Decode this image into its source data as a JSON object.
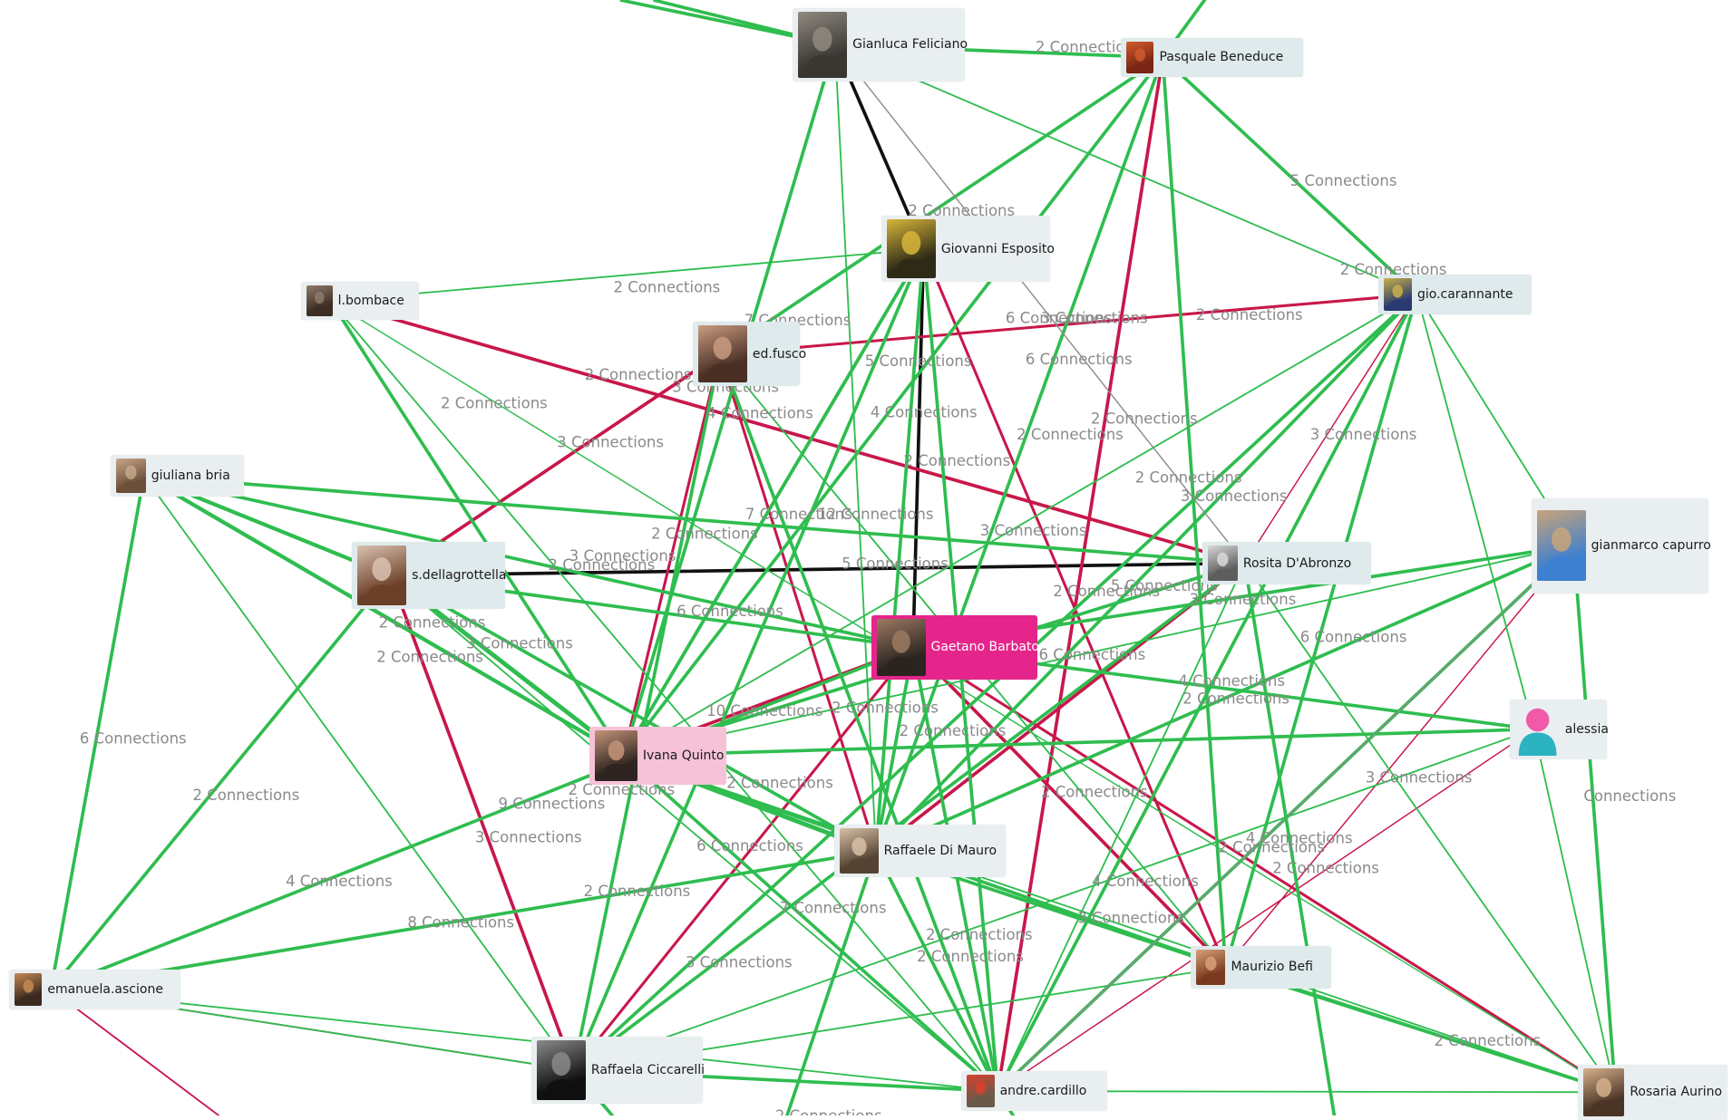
{
  "colors": {
    "edge_green": "#2fbd4f",
    "edge_red": "#c8174a",
    "edge_black": "#111111",
    "edge_gray": "#8e8e8e",
    "node_bg": "#e9eef0",
    "node_highlight": "#e5258b",
    "node_selected": "#f6c2d8"
  },
  "nodes": [
    {
      "id": "gianluca",
      "label": "Gianluca Feliciano",
      "avatar": "avatar-photo-icon"
    },
    {
      "id": "pasquale",
      "label": "Pasquale Beneduce",
      "avatar": "avatar-photo-icon"
    },
    {
      "id": "giovanni",
      "label": "Giovanni Esposito",
      "avatar": "avatar-photo-icon"
    },
    {
      "id": "lbombace",
      "label": "l.bombace",
      "avatar": "avatar-photo-icon"
    },
    {
      "id": "gio",
      "label": "gio.carannante",
      "avatar": "avatar-photo-icon"
    },
    {
      "id": "edfusco",
      "label": "ed.fusco",
      "avatar": "avatar-photo-icon"
    },
    {
      "id": "giuliana",
      "label": "giuliana bria",
      "avatar": "avatar-photo-icon"
    },
    {
      "id": "sdella",
      "label": "s.dellagrottella",
      "avatar": "avatar-photo-icon"
    },
    {
      "id": "rosita",
      "label": "Rosita D'Abronzo",
      "avatar": "avatar-photo-icon"
    },
    {
      "id": "gianmarco",
      "label": "gianmarco capurro",
      "avatar": "avatar-photo-icon"
    },
    {
      "id": "gaetano",
      "label": "Gaetano Barbato",
      "avatar": "avatar-photo-icon"
    },
    {
      "id": "alessia",
      "label": "alessia",
      "avatar": "default-user-icon"
    },
    {
      "id": "ivana",
      "label": "Ivana Quinto",
      "avatar": "avatar-photo-icon"
    },
    {
      "id": "raffaele",
      "label": "Raffaele Di Mauro",
      "avatar": "avatar-photo-icon"
    },
    {
      "id": "maurizio",
      "label": "Maurizio Befi",
      "avatar": "avatar-photo-icon"
    },
    {
      "id": "emanuela",
      "label": "emanuela.ascione",
      "avatar": "avatar-photo-icon"
    },
    {
      "id": "raffaela",
      "label": "Raffaela Ciccarelli",
      "avatar": "avatar-photo-icon"
    },
    {
      "id": "andre",
      "label": "andre.cardillo",
      "avatar": "avatar-photo-icon"
    },
    {
      "id": "rosaria",
      "label": "Rosaria Aurino",
      "avatar": "avatar-photo-icon"
    }
  ],
  "edge_labels": [
    "2 Connections",
    "5 Connections",
    "2 Connections",
    "2 Connections",
    "2 Connections",
    "7 Connections",
    "6 Connections",
    "3 Connections",
    "2 Connections",
    "5 Connections",
    "6 Connections",
    "2 Connections",
    "2 Connections",
    "3 Connections",
    "4 Connections",
    "4 Connections",
    "2 Connections",
    "3 Connections",
    "2 Connections",
    "2 Connections",
    "2 Connections",
    "3 Connections",
    "7 Connections",
    "12 Connections",
    "2 Connections",
    "3 Connections",
    "3 Connections",
    "3 Connections",
    "2 Connections",
    "2 Connections",
    "5 Connections",
    "3 Connections",
    "2 Connections",
    "5 Connections",
    "6 Connections",
    "3 Connections",
    "6 Connections",
    "6 Connections",
    "2 Connections",
    "4 Connections",
    "2 Connections",
    "10 Connections",
    "2 Connections",
    "2 Connections",
    "3 Connections",
    "2 Connections",
    "9 Connections",
    "2 Connections",
    "Connections",
    "6 Connections",
    "2 Connections",
    "6 Connections",
    "2 Connections",
    "3 Connections",
    "4 Connections",
    "2 Connections",
    "2 Connections",
    "4 Connections",
    "4 Connections",
    "3 Connections",
    "2 Connections",
    "7 Connections",
    "8 Connections",
    "2 Connections",
    "2 Connections",
    "3 Connections",
    "2 Connections",
    "2 Connections",
    "2 Connections"
  ]
}
